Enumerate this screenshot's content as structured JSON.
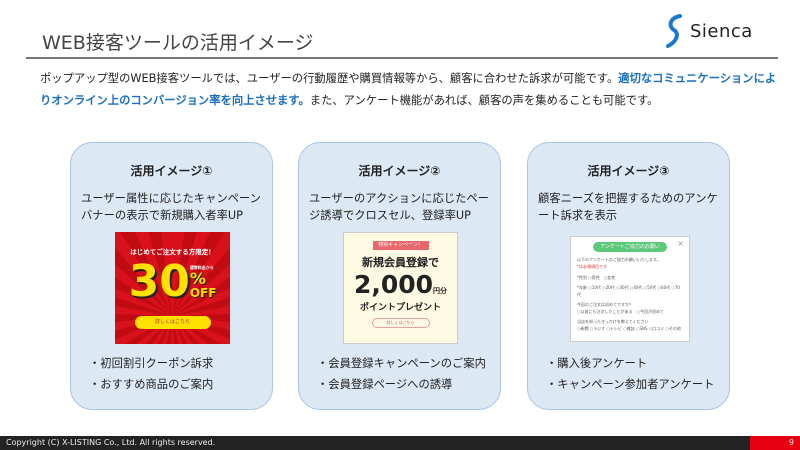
{
  "header": {
    "title": "WEB接客ツールの活用イメージ",
    "logo_text": "Sienca"
  },
  "intro": {
    "text1": "ポップアップ型のWEB接客ツールでは、ユーザーの行動履歴や購買情報等から、顧客に合わせた訴求が可能です。",
    "highlight": "適切なコミュニケーションによりオンライン上のコンバージョン率を向上させます。",
    "text2": "また、アンケート機能があれば、顧客の声を集めることも可能です。"
  },
  "cards": [
    {
      "title": "活用イメージ①",
      "desc": "ユーザー属性に応じたキャンペーンバナーの表示で新規購入者率UP",
      "bullets": [
        "・初回割引クーポン訴求",
        "・おすすめ商品のご案内"
      ],
      "banner": {
        "top": "はじめてご注文する方限定！",
        "small": "通常料金から",
        "big": "30",
        "pct": "%",
        "off": "OFF",
        "button": "詳しくはこちら"
      }
    },
    {
      "title": "活用イメージ②",
      "desc": "ユーザーのアクションに応じたページ誘導でクロスセル、登録率UP",
      "bullets": [
        "・会員登録キャンペーンのご案内",
        "・会員登録ページへの誘導"
      ],
      "banner": {
        "tag": "特別キャンペーン！",
        "line1": "新規会員登録で",
        "amount": "2,000",
        "unit": "円分",
        "line2": "ポイントプレゼント",
        "button": "詳しくはこちら"
      }
    },
    {
      "title": "活用イメージ③",
      "desc": "顧客ニーズを把握するためのアンケート訴求を表示",
      "bullets": [
        "・購入後アンケート",
        "・キャンペーン参加者アンケート"
      ],
      "survey": {
        "header": "アンケートご協力のお願い",
        "close": "×",
        "intro": "以下のアンケートのご協力お願いいたします。",
        "required": "*は必須項目です",
        "q1": "*性別",
        "q1opts": "○男性　○女性",
        "q2": "*年齢",
        "q2opts": "○10代 ○20代 ○30代 ○40代 ○50代 ○60代 ○70代",
        "q3": "今回のご注文は初めてですか？",
        "q3opts": "○以前にも注文したことがある　○今回が初めて",
        "q4": "当店を知ったきっかけを教えてください",
        "q4opts": "○新聞 ○ラジオ ○テレビ ○雑誌 ○SNS ○口コミ ○その他"
      }
    }
  ],
  "footer": {
    "copyright": "Copyright (C)  X-LISTING Co., Ltd. All rights reserved.",
    "page": "9"
  },
  "colors": {
    "accent": "#1a6fc0",
    "card_bg": "#dde8f5",
    "footer_bg": "#232323",
    "page_badge": "#e60012"
  }
}
